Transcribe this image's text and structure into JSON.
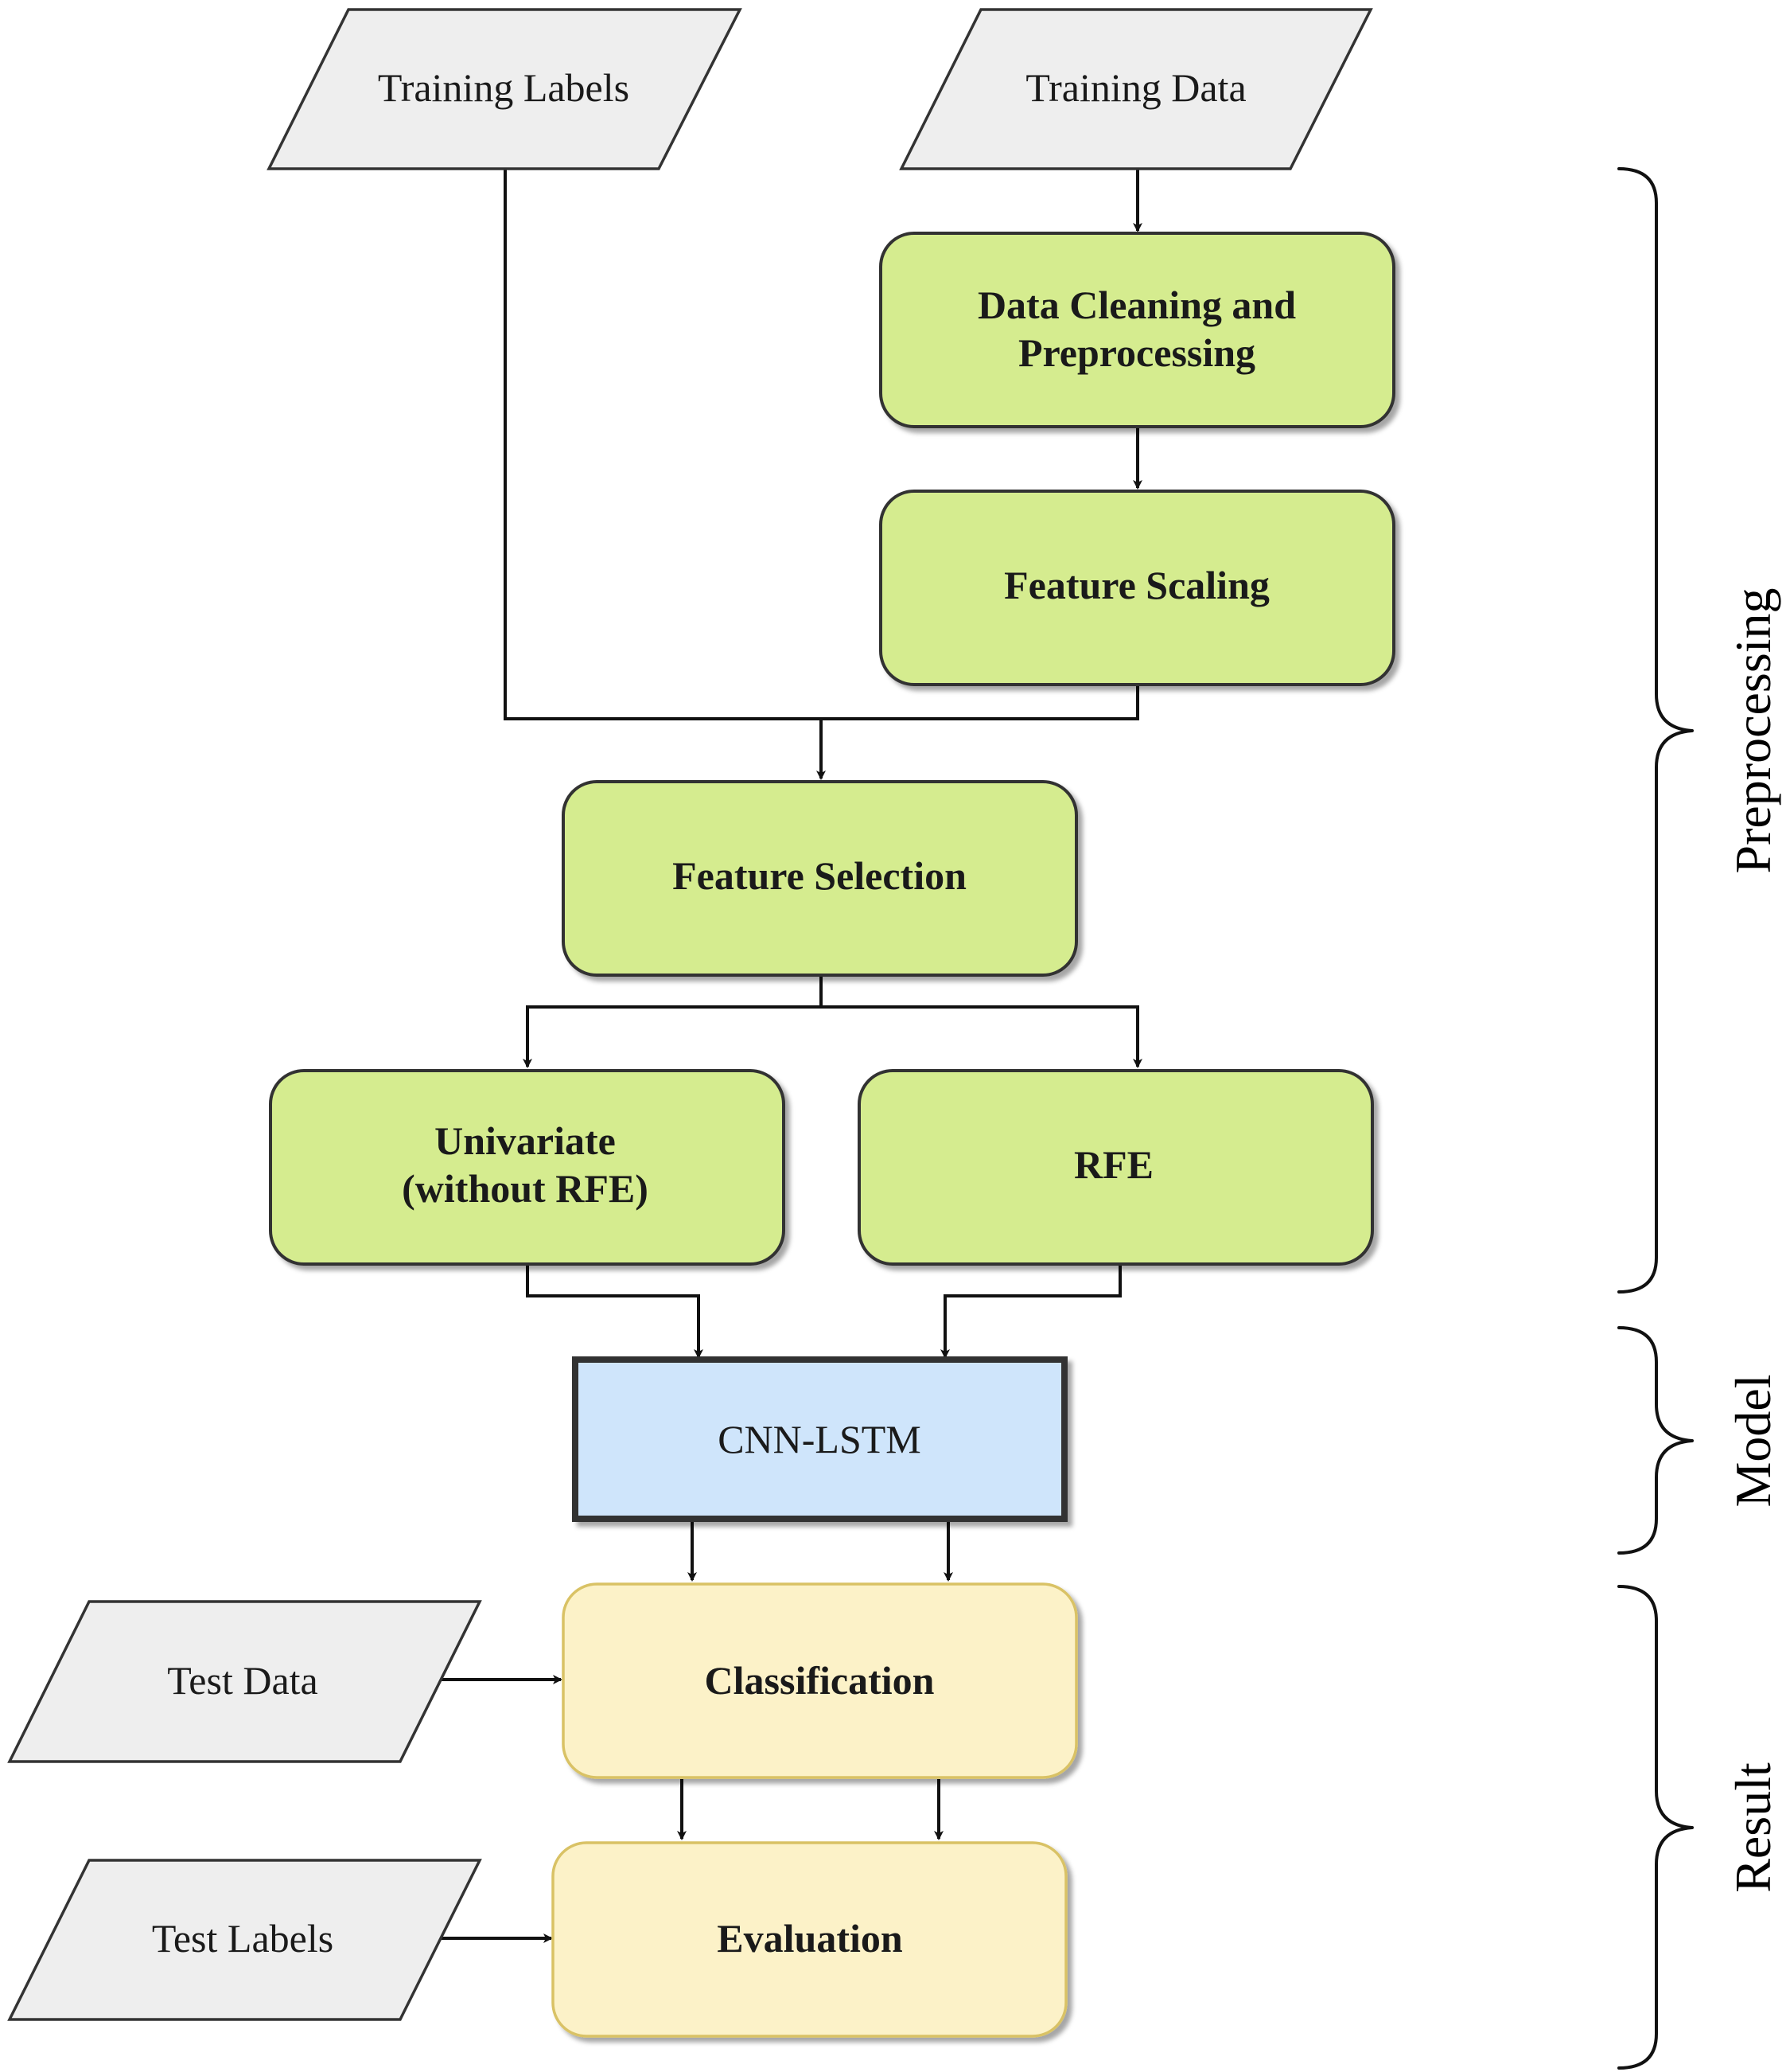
{
  "nodes": {
    "training_labels": "Training Labels",
    "training_data": "Training Data",
    "data_cleaning": [
      "Data Cleaning and",
      "Preprocessing"
    ],
    "feature_scaling": "Feature Scaling",
    "feature_selection": "Feature Selection",
    "univariate": [
      "Univariate",
      "(without RFE)"
    ],
    "rfe": "RFE",
    "cnn_lstm": "CNN-LSTM",
    "test_data": "Test Data",
    "classification": "Classification",
    "test_labels": "Test Labels",
    "evaluation": "Evaluation"
  },
  "phases": {
    "preprocessing": "Preprocessing",
    "model": "Model",
    "result": "Result"
  },
  "colors": {
    "io_fill": "#eeeeee",
    "process_fill": "#d5ec8f",
    "model_fill": "#cfe5fb",
    "result_fill": "#fcf2c8",
    "result_stroke": "#d9c265"
  }
}
